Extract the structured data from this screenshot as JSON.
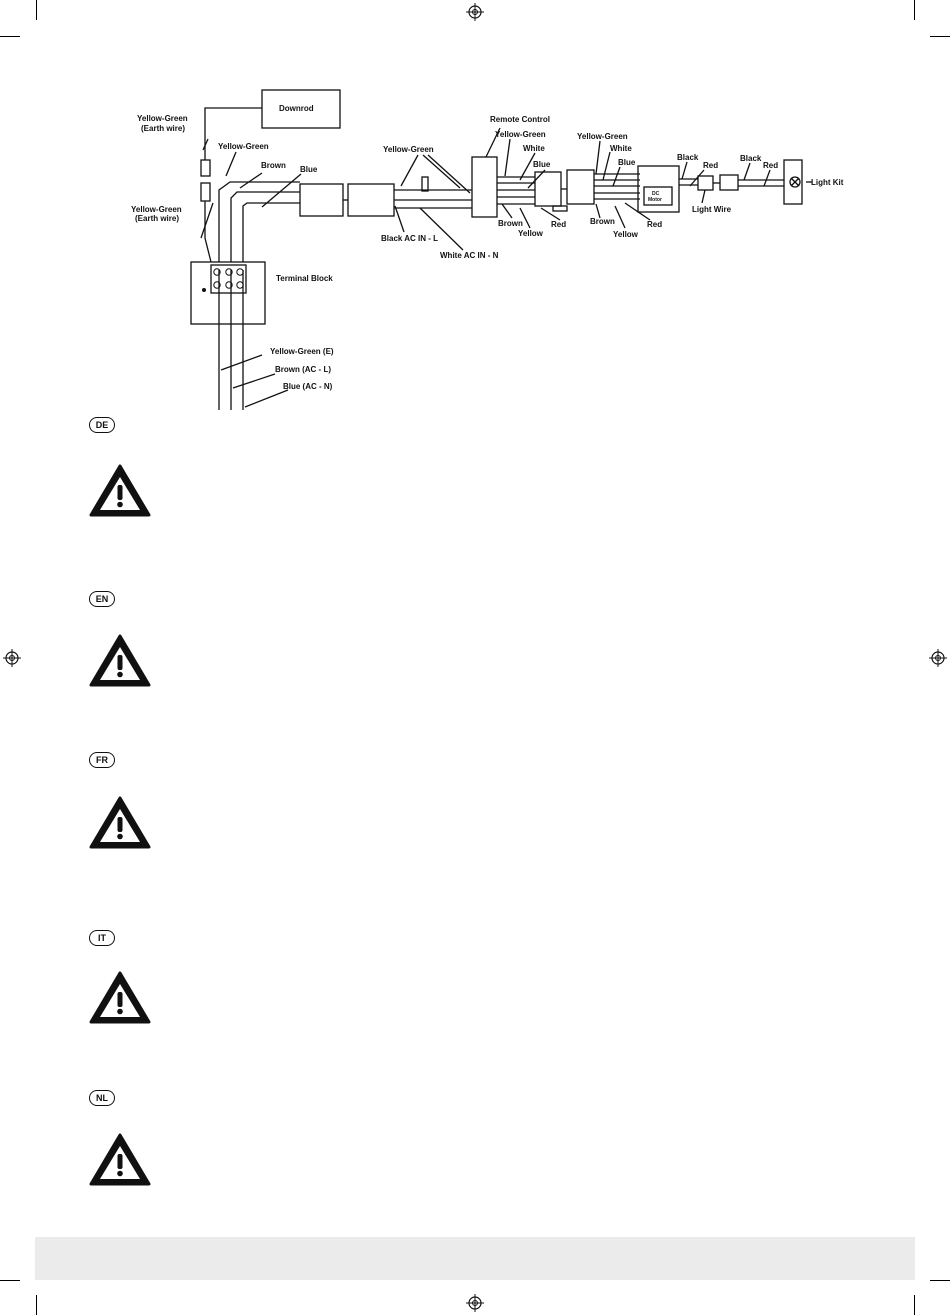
{
  "diagram": {
    "downrod": "Downrod",
    "yg_earth_top_1": "Yellow-Green",
    "yg_earth_top_2": "(Earth wire)",
    "yellow_green_a": "Yellow-Green",
    "brown_a": "Brown",
    "blue_a": "Blue",
    "yg_earth_mid_1": "Yellow-Green",
    "yg_earth_mid_2": "(Earth wire)",
    "terminal_block": "Terminal Block",
    "yg_e": "Yellow-Green (E)",
    "brown_ac_l": "Brown (AC - L)",
    "blue_ac_n": "Blue (AC - N)",
    "yellow_green_b": "Yellow-Green",
    "black_ac_in_l": "Black AC IN - L",
    "white_ac_in_n": "White AC IN - N",
    "remote_control": "Remote Control",
    "yellow_green_c": "Yellow-Green",
    "white_c": "White",
    "blue_c": "Blue",
    "brown_c": "Brown",
    "yellow_c": "Yellow",
    "red_c": "Red",
    "yellow_green_d": "Yellow-Green",
    "white_d": "White",
    "blue_d": "Blue",
    "brown_d": "Brown",
    "yellow_d": "Yellow",
    "red_d": "Red",
    "motor_1": "DC",
    "motor_2": "Motor",
    "black_e": "Black",
    "red_e": "Red",
    "light_wire": "Light Wire",
    "black_f": "Black",
    "red_f": "Red",
    "light_kit": "Light Kit"
  },
  "sections": [
    {
      "code": "DE"
    },
    {
      "code": "EN"
    },
    {
      "code": "FR"
    },
    {
      "code": "IT"
    },
    {
      "code": "NL"
    }
  ],
  "icons": {
    "warning": "warning-triangle-icon",
    "registration": "registration-mark-icon"
  }
}
